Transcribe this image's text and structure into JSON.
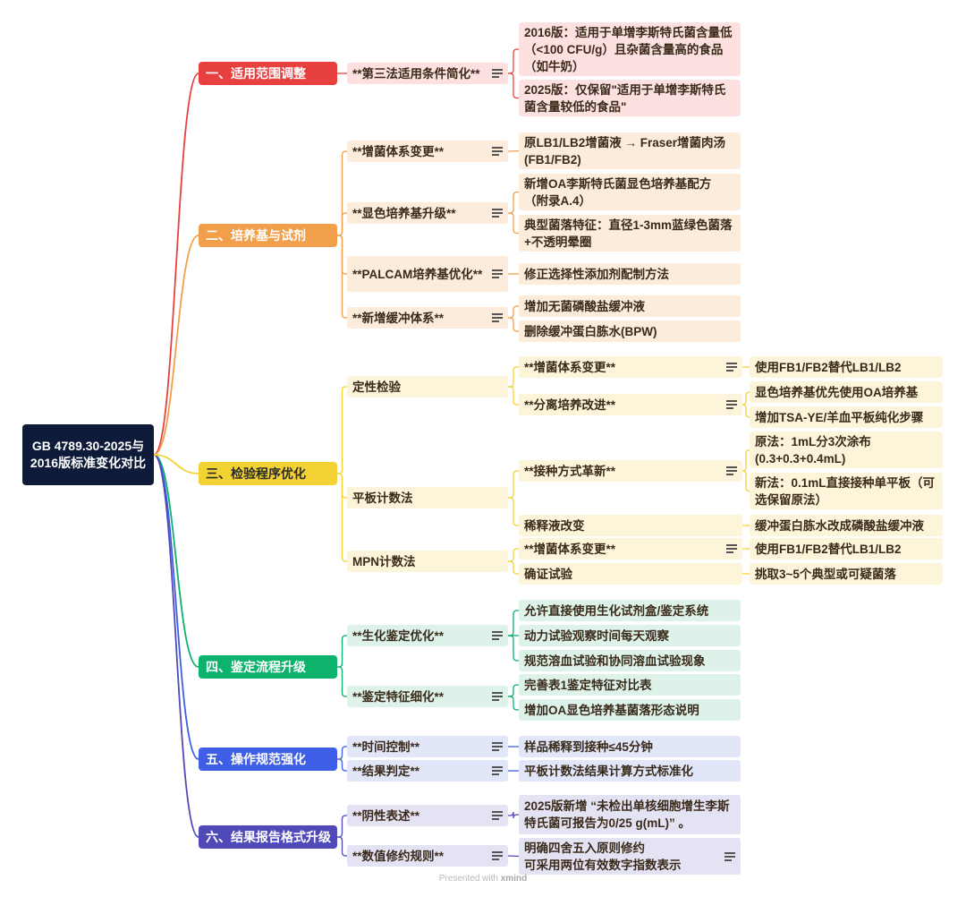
{
  "root": "GB 4789.30-2025与2016版标准变化对比",
  "footer": {
    "presented": "Presented with",
    "brand": "xmind"
  },
  "colors": {
    "red": "#e8403f",
    "orange": "#f29f4b",
    "yellow": "#f3d334",
    "green": "#0db26c",
    "blue": "#3e5ee6",
    "indigo": "#5049b8"
  },
  "b1": {
    "label": "一、适用范围调整",
    "t1": {
      "label": "**第三法适用条件简化**",
      "l1": "2016版：适用于单增李斯特氏菌含量低（<100 CFU/g）且杂菌含量高的食品（如牛奶）",
      "l2": "2025版：仅保留\"适用于单增李斯特氏菌含量较低的食品\""
    }
  },
  "b2": {
    "label": "二、培养基与试剂",
    "t1": {
      "label": "**增菌体系变更**",
      "l1": "原LB1/LB2增菌液 → Fraser增菌肉汤(FB1/FB2)"
    },
    "t2": {
      "label": "**显色培养基升级**",
      "l1": "新增OA李斯特氏菌显色培养基配方（附录A.4）",
      "l2": "典型菌落特征：直径1-3mm蓝绿色菌落+不透明晕圈"
    },
    "t3": {
      "label": "**PALCAM培养基优化**",
      "l1": "修正选择性添加剂配制方法"
    },
    "t4": {
      "label": "**新增缓冲体系**",
      "l1": "增加无菌磷酸盐缓冲液",
      "l2": "删除缓冲蛋白胨水(BPW)"
    }
  },
  "b3": {
    "label": "三、检验程序优化",
    "s1": {
      "label": "定性检验",
      "t1": {
        "label": "**增菌体系变更**",
        "l1": "使用FB1/FB2替代LB1/LB2"
      },
      "t2": {
        "label": "**分离培养改进**",
        "l1": "显色培养基优先使用OA培养基",
        "l2": "增加TSA-YE/羊血平板纯化步骤"
      }
    },
    "s2": {
      "label": "平板计数法",
      "t1": {
        "label": "**接种方式革新**",
        "l1": "原法：1mL分3次涂布(0.3+0.3+0.4mL)",
        "l2": "新法：0.1mL直接接种单平板（可选保留原法）"
      },
      "t2": {
        "label": "稀释液改变",
        "l1": "缓冲蛋白胨水改成磷酸盐缓冲液"
      }
    },
    "s3": {
      "label": "MPN计数法",
      "t1": {
        "label": "**增菌体系变更**",
        "l1": "使用FB1/FB2替代LB1/LB2"
      },
      "t2": {
        "label": "确证试验",
        "l1": "挑取3~5个典型或可疑菌落"
      }
    }
  },
  "b4": {
    "label": "四、鉴定流程升级",
    "t1": {
      "label": "**生化鉴定优化**",
      "l1": "允许直接使用生化试剂盒/鉴定系统",
      "l2": "动力试验观察时间每天观察",
      "l3": "规范溶血试验和协同溶血试验现象"
    },
    "t2": {
      "label": "**鉴定特征细化**",
      "l1": "完善表1鉴定特征对比表",
      "l2": "增加OA显色培养基菌落形态说明"
    }
  },
  "b5": {
    "label": "五、操作规范强化",
    "t1": {
      "label": "**时间控制**",
      "l1": "样品稀释到接种≤45分钟"
    },
    "t2": {
      "label": "**结果判定**",
      "l1": "平板计数法结果计算方式标准化"
    }
  },
  "b6": {
    "label": "六、结果报告格式升级",
    "t1": {
      "label": "**阴性表述**",
      "l1": "2025版新增 “未检出单核细胞增生李斯特氏菌可报告为0/25 g(mL)” 。"
    },
    "t2": {
      "label": "**数值修约规则**",
      "l1": "明确四舍五入原则修约\n可采用两位有效数字指数表示"
    }
  }
}
